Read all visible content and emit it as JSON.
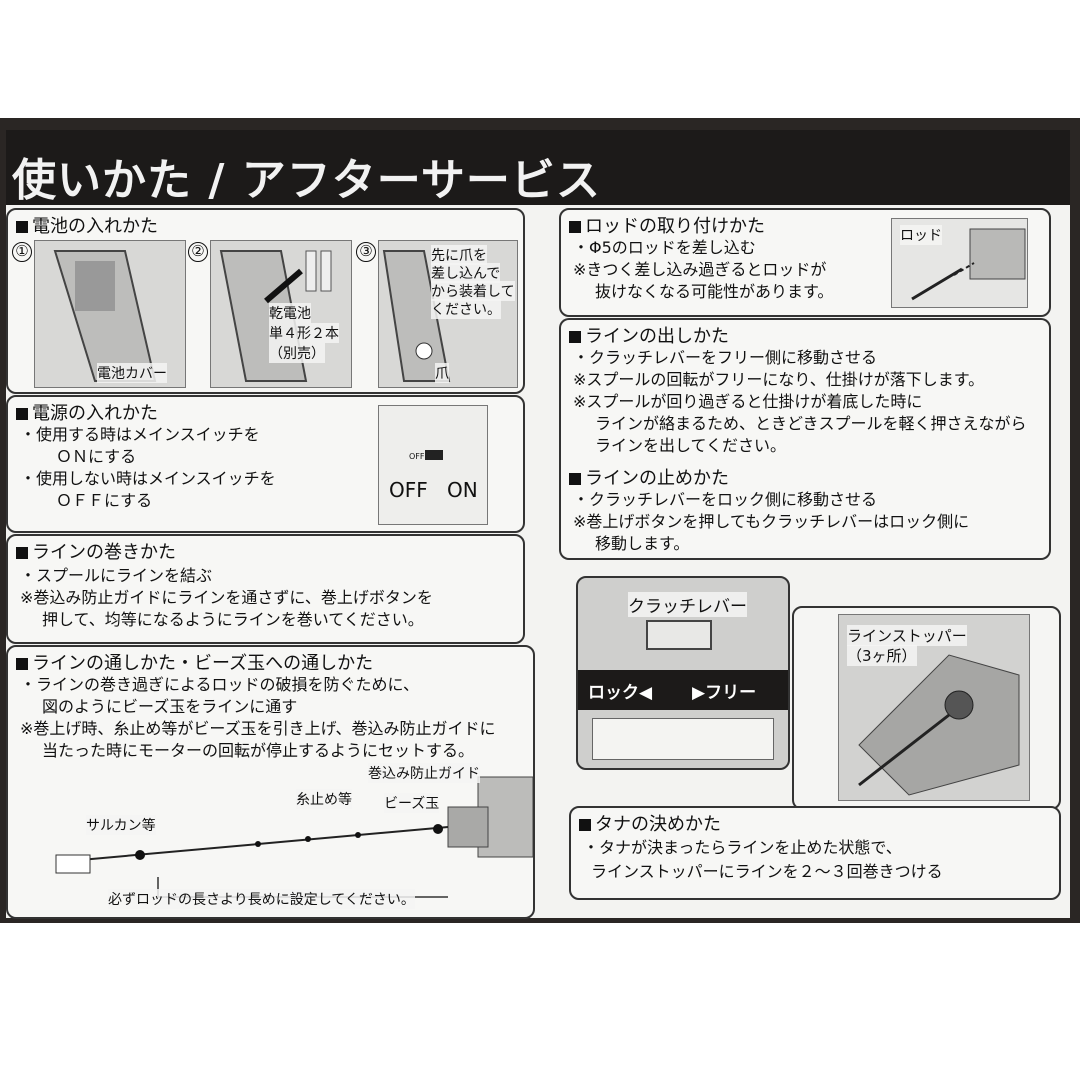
{
  "title": "使いかた / アフターサービス",
  "battery": {
    "heading": "電池の入れかた",
    "steps": [
      "①",
      "②",
      "③"
    ],
    "cover_label": "電池カバー",
    "battery_label_1": "乾電池",
    "battery_label_2": "単４形２本",
    "battery_label_3": "（別売）",
    "insert_note": [
      "先に爪を",
      "差し込んで",
      "から装着して",
      "ください。"
    ],
    "claw_label": "爪"
  },
  "power": {
    "heading": "電源の入れかた",
    "lines": [
      "・使用する時はメインスイッチを",
      "ＯＮにする",
      "・使用しない時はメインスイッチを",
      "ＯＦＦにする"
    ],
    "switch_small": "OFF ON",
    "switch_off": "OFF",
    "switch_on": "ON"
  },
  "winding": {
    "heading": "ラインの巻きかた",
    "lines": [
      "・スプールにラインを結ぶ",
      "※巻込み防止ガイドにラインを通さずに、巻上げボタンを",
      "押して、均等になるようにラインを巻いてください。"
    ]
  },
  "threading": {
    "heading": "ラインの通しかた・ビーズ玉への通しかた",
    "lines": [
      "・ラインの巻き過ぎによるロッドの破損を防ぐために、",
      "図のようにビーズ玉をラインに通す",
      "※巻上げ時、糸止め等がビーズ玉を引き上げ、巻込み防止ガイドに",
      "当たった時にモーターの回転が停止するようにセットする。"
    ],
    "label_guide": "巻込み防止ガイド",
    "label_stopper": "糸止め等",
    "label_bead": "ビーズ玉",
    "label_swivel": "サルカン等",
    "footnote": "必ずロッドの長さより長めに設定してください。"
  },
  "rod": {
    "heading": "ロッドの取り付けかた",
    "lines": [
      "・Φ5のロッドを差し込む",
      "※きつく差し込み過ぎるとロッドが",
      "抜けなくなる可能性があります。"
    ],
    "label": "ロッド"
  },
  "release": {
    "heading": "ラインの出しかた",
    "lines": [
      "・クラッチレバーをフリー側に移動させる",
      "※スプールの回転がフリーになり、仕掛けが落下します。",
      "※スプールが回り過ぎると仕掛けが着底した時に",
      "ラインが絡まるため、ときどきスプールを軽く押さえながら",
      "ラインを出してください。"
    ]
  },
  "stop": {
    "heading": "ラインの止めかた",
    "lines": [
      "・クラッチレバーをロック側に移動させる",
      "※巻上げボタンを押してもクラッチレバーはロック側に",
      "移動します。"
    ]
  },
  "clutch": {
    "label": "クラッチレバー",
    "lock": "ロック◀",
    "free": "▶フリー"
  },
  "stopper": {
    "label": "ラインストッパー",
    "count": "（3ヶ所）"
  },
  "depth": {
    "heading": "タナの決めかた",
    "lines": [
      "・タナが決まったらラインを止めた状態で、",
      "ラインストッパーにラインを２～３回巻きつける"
    ]
  }
}
